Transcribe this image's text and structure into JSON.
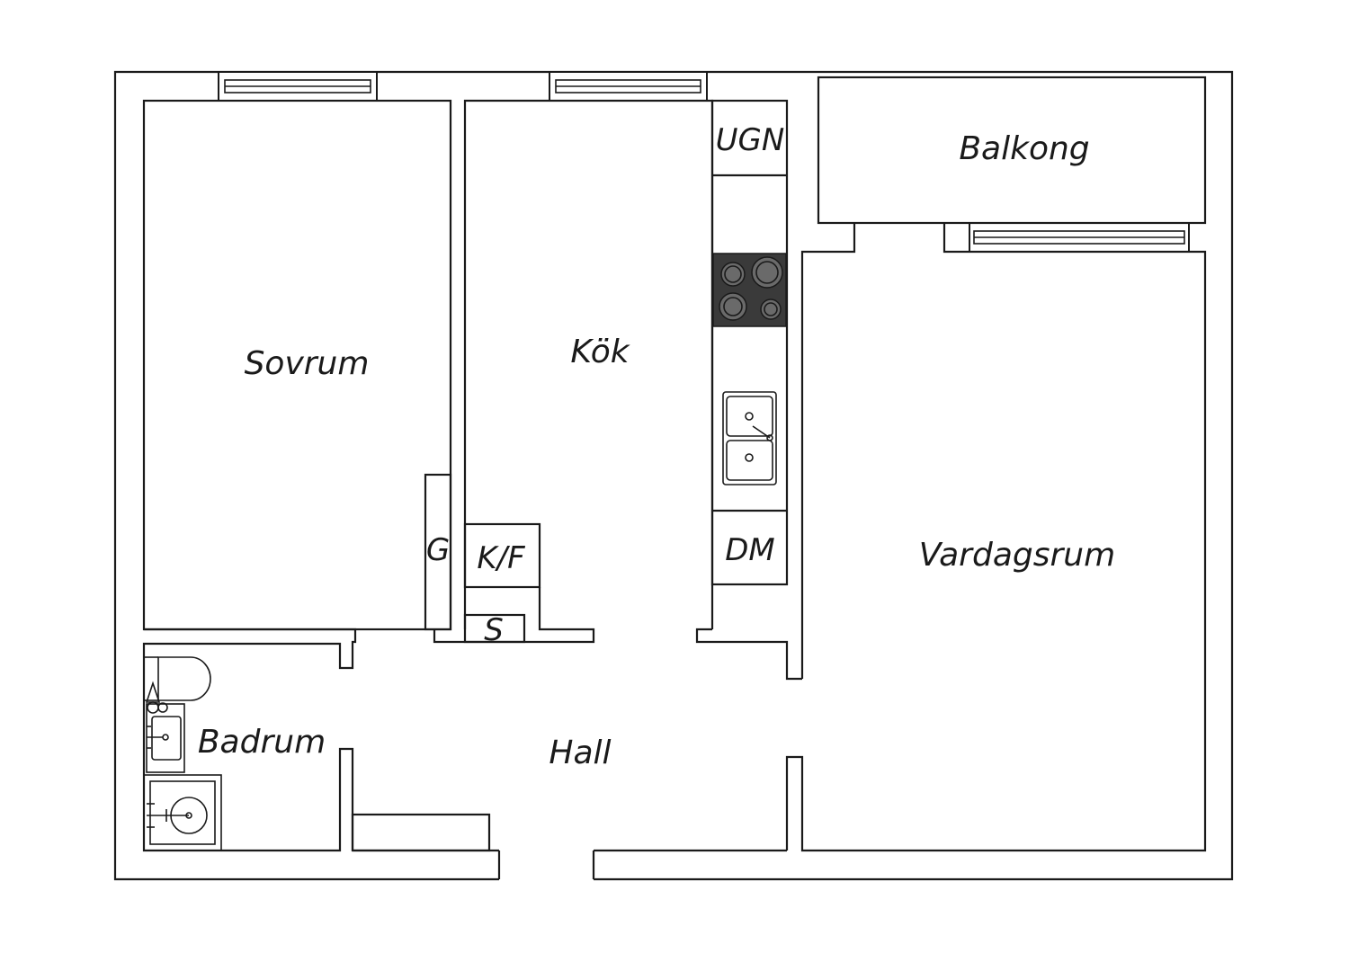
{
  "floorplan": {
    "rooms": {
      "sovrum": "Sovrum",
      "kok": "Kök",
      "balkong": "Balkong",
      "vardagsrum": "Vardagsrum",
      "badrum": "Badrum",
      "hall": "Hall"
    },
    "fixtures": {
      "ugn": "UGN",
      "dm": "DM",
      "kf": "K/F",
      "g": "G",
      "s": "S"
    }
  }
}
